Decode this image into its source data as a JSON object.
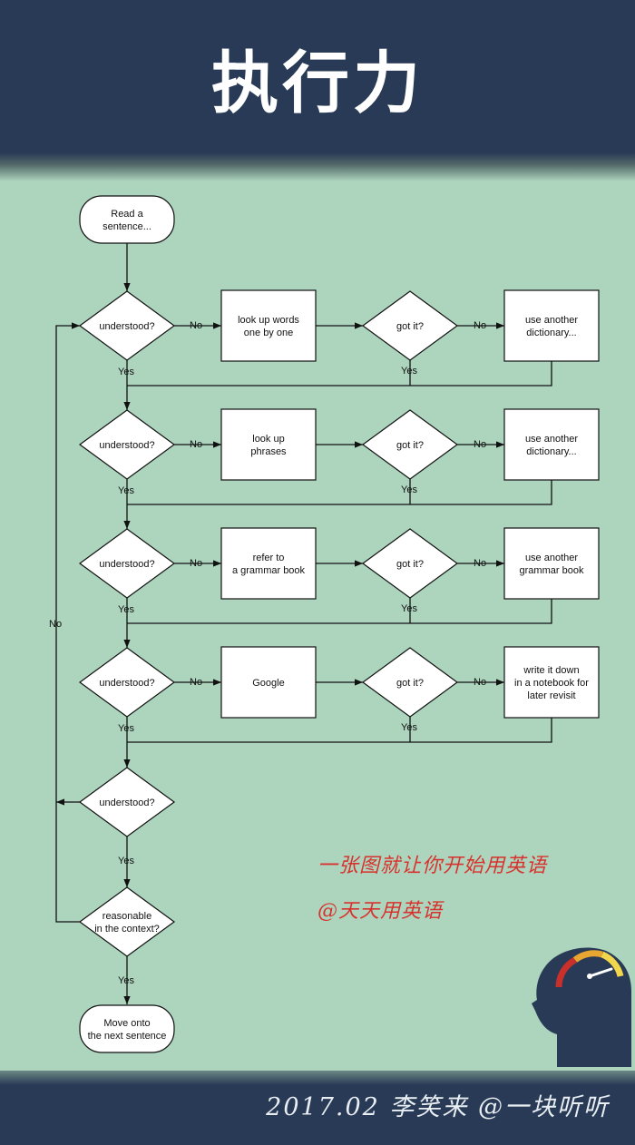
{
  "header": {
    "title": "执行力"
  },
  "flow": {
    "start": [
      "Read a",
      "sentence..."
    ],
    "understood": "understood?",
    "got_it": "got it?",
    "rows": [
      {
        "action": [
          "look up words",
          "one by one"
        ],
        "fallback": [
          "use another",
          "dictionary..."
        ]
      },
      {
        "action": [
          "look up",
          "phrases"
        ],
        "fallback": [
          "use another",
          "dictionary..."
        ]
      },
      {
        "action": [
          "refer to",
          "a grammar book"
        ],
        "fallback": [
          "use another",
          "grammar book"
        ]
      },
      {
        "action": [
          "Google"
        ],
        "fallback": [
          "write it down",
          "in a notebook for",
          "later revisit"
        ]
      }
    ],
    "reasonable": [
      "reasonable",
      "in the context?"
    ],
    "end": [
      "Move onto",
      "the next sentence"
    ],
    "yes": "Yes",
    "no": "No"
  },
  "annotations": {
    "line1": "一张图就让你开始用英语",
    "line2": "@天天用英语"
  },
  "footer": {
    "credit": "2017.02 李笑来 @一块听听"
  },
  "colors": {
    "background": "#add5be",
    "header": "#283a55",
    "annotation": "#d8322e",
    "gauge": [
      "#c9302c",
      "#e7a531",
      "#f2d64b"
    ]
  }
}
